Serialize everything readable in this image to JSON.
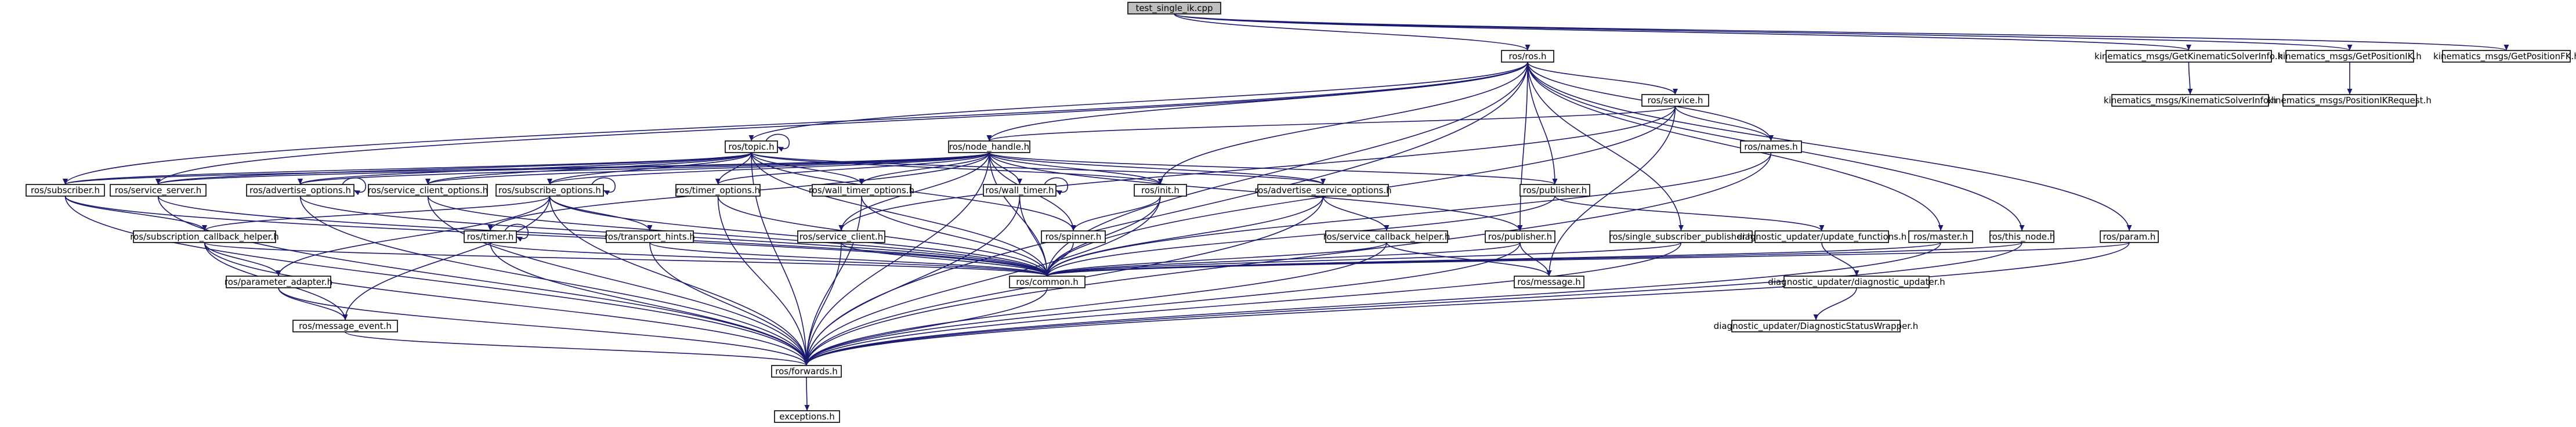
{
  "diagram": {
    "nodes": [
      {
        "id": "root",
        "label": "test_single_ik.cpp",
        "root": true
      },
      {
        "id": "ros_h",
        "label": "ros/ros.h"
      },
      {
        "id": "gkss",
        "label": "kinematics_msgs/GetKinematicSolverInfo.h"
      },
      {
        "id": "gpik",
        "label": "kinematics_msgs/GetPositionIK.h"
      },
      {
        "id": "gpfk",
        "label": "kinematics_msgs/GetPositionFK.h"
      },
      {
        "id": "ksi",
        "label": "kinematics_msgs/KinematicSolverInfo.h"
      },
      {
        "id": "pikr",
        "label": "kinematics_msgs/PositionIKRequest.h"
      },
      {
        "id": "service",
        "label": "ros/service.h"
      },
      {
        "id": "topic",
        "label": "ros/topic.h"
      },
      {
        "id": "node_handle",
        "label": "ros/node_handle.h"
      },
      {
        "id": "names",
        "label": "ros/names.h"
      },
      {
        "id": "subscriber",
        "label": "ros/subscriber.h"
      },
      {
        "id": "service_server",
        "label": "ros/service_server.h"
      },
      {
        "id": "advertise_options",
        "label": "ros/advertise_options.h"
      },
      {
        "id": "service_client_options",
        "label": "ros/service_client_options.h"
      },
      {
        "id": "subscribe_options",
        "label": "ros/subscribe_options.h"
      },
      {
        "id": "timer_options",
        "label": "ros/timer_options.h"
      },
      {
        "id": "wall_timer_options",
        "label": "ros/wall_timer_options.h"
      },
      {
        "id": "wall_timer",
        "label": "ros/wall_timer.h"
      },
      {
        "id": "init",
        "label": "ros/init.h"
      },
      {
        "id": "advertise_service_options",
        "label": "ros/advertise_service_options.h"
      },
      {
        "id": "publisher_top",
        "label": "ros/publisher.h"
      },
      {
        "id": "subscription_callback_helper",
        "label": "ros/subscription_callback_helper.h"
      },
      {
        "id": "timer",
        "label": "ros/timer.h"
      },
      {
        "id": "transport_hints",
        "label": "ros/transport_hints.h"
      },
      {
        "id": "service_client",
        "label": "ros/service_client.h"
      },
      {
        "id": "spinner",
        "label": "ros/spinner.h"
      },
      {
        "id": "service_callback_helper",
        "label": "ros/service_callback_helper.h"
      },
      {
        "id": "publisher_mid",
        "label": "ros/publisher.h"
      },
      {
        "id": "single_subscriber_publisher",
        "label": "ros/single_subscriber_publisher.h"
      },
      {
        "id": "update_functions",
        "label": "diagnostic_updater/update_functions.h"
      },
      {
        "id": "master",
        "label": "ros/master.h"
      },
      {
        "id": "this_node",
        "label": "ros/this_node.h"
      },
      {
        "id": "param",
        "label": "ros/param.h"
      },
      {
        "id": "parameter_adapter",
        "label": "ros/parameter_adapter.h"
      },
      {
        "id": "common",
        "label": "ros/common.h"
      },
      {
        "id": "message",
        "label": "ros/message.h"
      },
      {
        "id": "diag_updater",
        "label": "diagnostic_updater/diagnostic_updater.h"
      },
      {
        "id": "message_event",
        "label": "ros/message_event.h"
      },
      {
        "id": "dsw",
        "label": "diagnostic_updater/DiagnosticStatusWrapper.h"
      },
      {
        "id": "forwards",
        "label": "ros/forwards.h"
      },
      {
        "id": "exceptions",
        "label": "exceptions.h"
      }
    ],
    "edges": [
      [
        "root",
        "ros_h"
      ],
      [
        "root",
        "gkss"
      ],
      [
        "root",
        "gpik"
      ],
      [
        "root",
        "gpfk"
      ],
      [
        "gkss",
        "ksi"
      ],
      [
        "gpik",
        "pikr"
      ],
      [
        "ros_h",
        "service"
      ],
      [
        "ros_h",
        "topic"
      ],
      [
        "ros_h",
        "node_handle"
      ],
      [
        "ros_h",
        "names"
      ],
      [
        "ros_h",
        "subscriber"
      ],
      [
        "ros_h",
        "service_server"
      ],
      [
        "ros_h",
        "init"
      ],
      [
        "ros_h",
        "publisher_top"
      ],
      [
        "ros_h",
        "publisher_mid"
      ],
      [
        "ros_h",
        "single_subscriber_publisher"
      ],
      [
        "ros_h",
        "master"
      ],
      [
        "ros_h",
        "this_node"
      ],
      [
        "ros_h",
        "param"
      ],
      [
        "ros_h",
        "common"
      ],
      [
        "ros_h",
        "forwards"
      ],
      [
        "service",
        "node_handle"
      ],
      [
        "service",
        "names"
      ],
      [
        "service",
        "common"
      ],
      [
        "service",
        "message"
      ],
      [
        "service",
        "service_client"
      ],
      [
        "topic",
        "subscriber"
      ],
      [
        "topic",
        "service_server"
      ],
      [
        "topic",
        "subscribe_options"
      ],
      [
        "topic",
        "timer_options"
      ],
      [
        "topic",
        "wall_timer_options"
      ],
      [
        "topic",
        "init"
      ],
      [
        "topic",
        "common"
      ],
      [
        "topic",
        "forwards"
      ],
      [
        "topic",
        "spinner"
      ],
      [
        "topic",
        "advertise_options"
      ],
      [
        "topic",
        "advertise_service_options"
      ],
      [
        "topic",
        "service_client_options"
      ],
      [
        "node_handle",
        "subscriber"
      ],
      [
        "node_handle",
        "service_server"
      ],
      [
        "node_handle",
        "advertise_options"
      ],
      [
        "node_handle",
        "service_client_options"
      ],
      [
        "node_handle",
        "subscribe_options"
      ],
      [
        "node_handle",
        "timer_options"
      ],
      [
        "node_handle",
        "wall_timer_options"
      ],
      [
        "node_handle",
        "wall_timer"
      ],
      [
        "node_handle",
        "init"
      ],
      [
        "node_handle",
        "advertise_service_options"
      ],
      [
        "node_handle",
        "publisher_top"
      ],
      [
        "node_handle",
        "publisher_mid"
      ],
      [
        "node_handle",
        "timer"
      ],
      [
        "node_handle",
        "service_client"
      ],
      [
        "node_handle",
        "spinner"
      ],
      [
        "node_handle",
        "common"
      ],
      [
        "node_handle",
        "forwards"
      ],
      [
        "names",
        "common"
      ],
      [
        "names",
        "forwards"
      ],
      [
        "subscriber",
        "subscription_callback_helper"
      ],
      [
        "subscriber",
        "common"
      ],
      [
        "subscriber",
        "forwards"
      ],
      [
        "service_server",
        "common"
      ],
      [
        "service_server",
        "forwards"
      ],
      [
        "advertise_options",
        "common"
      ],
      [
        "advertise_options",
        "forwards"
      ],
      [
        "service_client_options",
        "common"
      ],
      [
        "service_client_options",
        "forwards"
      ],
      [
        "subscribe_options",
        "subscription_callback_helper"
      ],
      [
        "subscribe_options",
        "transport_hints"
      ],
      [
        "subscribe_options",
        "common"
      ],
      [
        "subscribe_options",
        "forwards"
      ],
      [
        "subscribe_options",
        "message_event"
      ],
      [
        "subscribe_options",
        "parameter_adapter"
      ],
      [
        "timer_options",
        "common"
      ],
      [
        "timer_options",
        "forwards"
      ],
      [
        "wall_timer_options",
        "common"
      ],
      [
        "wall_timer_options",
        "forwards"
      ],
      [
        "wall_timer",
        "common"
      ],
      [
        "wall_timer",
        "forwards"
      ],
      [
        "init",
        "spinner"
      ],
      [
        "init",
        "common"
      ],
      [
        "init",
        "forwards"
      ],
      [
        "advertise_service_options",
        "service_callback_helper"
      ],
      [
        "advertise_service_options",
        "common"
      ],
      [
        "advertise_service_options",
        "forwards"
      ],
      [
        "publisher_top",
        "common"
      ],
      [
        "publisher_top",
        "update_functions"
      ],
      [
        "subscription_callback_helper",
        "parameter_adapter"
      ],
      [
        "subscription_callback_helper",
        "message_event"
      ],
      [
        "subscription_callback_helper",
        "common"
      ],
      [
        "subscription_callback_helper",
        "forwards"
      ],
      [
        "timer",
        "common"
      ],
      [
        "timer",
        "forwards"
      ],
      [
        "transport_hints",
        "common"
      ],
      [
        "transport_hints",
        "forwards"
      ],
      [
        "service_client",
        "common"
      ],
      [
        "service_client",
        "forwards"
      ],
      [
        "spinner",
        "common"
      ],
      [
        "service_callback_helper",
        "common"
      ],
      [
        "service_callback_helper",
        "forwards"
      ],
      [
        "service_callback_helper",
        "message"
      ],
      [
        "publisher_mid",
        "common"
      ],
      [
        "publisher_mid",
        "message"
      ],
      [
        "publisher_mid",
        "forwards"
      ],
      [
        "single_subscriber_publisher",
        "common"
      ],
      [
        "single_subscriber_publisher",
        "forwards"
      ],
      [
        "update_functions",
        "diag_updater"
      ],
      [
        "diag_updater",
        "dsw"
      ],
      [
        "master",
        "common"
      ],
      [
        "master",
        "forwards"
      ],
      [
        "this_node",
        "common"
      ],
      [
        "this_node",
        "forwards"
      ],
      [
        "param",
        "common"
      ],
      [
        "param",
        "forwards"
      ],
      [
        "parameter_adapter",
        "message_event"
      ],
      [
        "parameter_adapter",
        "forwards"
      ],
      [
        "message_event",
        "forwards"
      ],
      [
        "common",
        "forwards"
      ],
      [
        "forwards",
        "exceptions"
      ],
      [
        "topic",
        "topic"
      ],
      [
        "subscribe_options",
        "subscribe_options"
      ],
      [
        "advertise_options",
        "advertise_options"
      ],
      [
        "timer",
        "timer"
      ],
      [
        "wall_timer",
        "wall_timer"
      ]
    ]
  }
}
